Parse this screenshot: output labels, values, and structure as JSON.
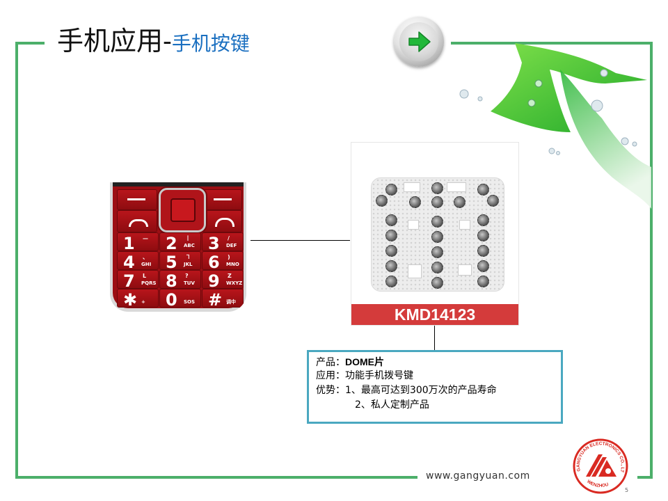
{
  "slide": {
    "title_main": "手机应用",
    "title_sep": "-",
    "title_sub": "手机按键",
    "accent_color": "#4caf6a",
    "title_sub_color": "#1a6fc0"
  },
  "nav_button": {
    "icon": "arrow-right-icon",
    "color": "#22b83a"
  },
  "phone_keypad": {
    "keys": [
      {
        "digit": "1",
        "sub": "",
        "top": "—"
      },
      {
        "digit": "2",
        "sub": "ABC",
        "top": "丨"
      },
      {
        "digit": "3",
        "sub": "DEF",
        "top": "/"
      },
      {
        "digit": "4",
        "sub": "GHI",
        "top": "、"
      },
      {
        "digit": "5",
        "sub": "JKL",
        "top": "㇕"
      },
      {
        "digit": "6",
        "sub": "MNO",
        "top": ")"
      },
      {
        "digit": "7",
        "sub": "PQRS",
        "top": "L"
      },
      {
        "digit": "8",
        "sub": "TUV",
        "top": "?"
      },
      {
        "digit": "9",
        "sub": "WXYZ",
        "top": "Z"
      },
      {
        "digit": "✱",
        "sub": "+",
        "top": ""
      },
      {
        "digit": "0",
        "sub": "SOS",
        "top": ""
      },
      {
        "digit": "#",
        "sub": "调中",
        "top": ""
      }
    ]
  },
  "product_image": {
    "model": "KMD14123",
    "label_color": "#d43b3b"
  },
  "info_box": {
    "line1_label": "产品：",
    "line1_value": "DOME片",
    "line2_label": "应用：",
    "line2_value": "功能手机拨号键",
    "line3_label": "优势：",
    "line3_value": "1、最高可达到300万次的产品寿命",
    "line4_value": "2、私人定制产品",
    "border_color": "#4aa8c0"
  },
  "footer": {
    "url": "www.gangyuan.com",
    "logo_text": "WENZHOU GANGYUAN ELECTRONICS CO., LTD.",
    "logo_color": "#d92a22",
    "page_mark": "5"
  }
}
